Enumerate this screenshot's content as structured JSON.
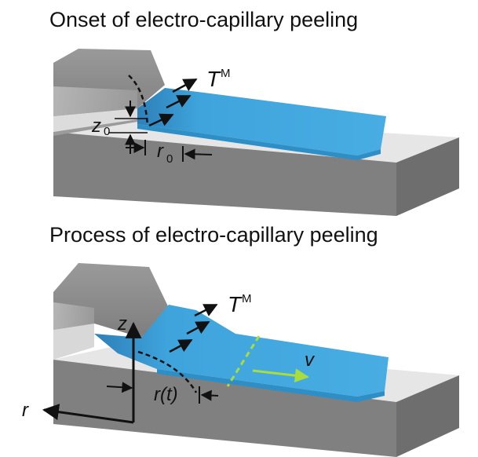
{
  "panels": {
    "onset": {
      "title": "Onset of electro-capillary peeling",
      "label_tm_base": "T",
      "label_tm_sup": "M",
      "label_z0_base": "z",
      "label_z0_sub": "0",
      "label_r0_base": "r",
      "label_r0_sub": "0"
    },
    "process": {
      "title": "Process of electro-capillary peeling",
      "label_tm_base": "T",
      "label_tm_sup": "M",
      "label_z": "z",
      "label_r_axis": "r",
      "label_rt": "r(t)",
      "label_v": "v"
    }
  },
  "colors": {
    "liquid": "#3fa4dc",
    "liquid_edge": "#2e8ec6",
    "block_top": "#8f8f8f",
    "block_front": "#7a7a7a",
    "substrate_top": "#e8e8e8",
    "substrate_front": "#808080",
    "front_line": "#a8dd3c",
    "arrow": "#111111"
  }
}
